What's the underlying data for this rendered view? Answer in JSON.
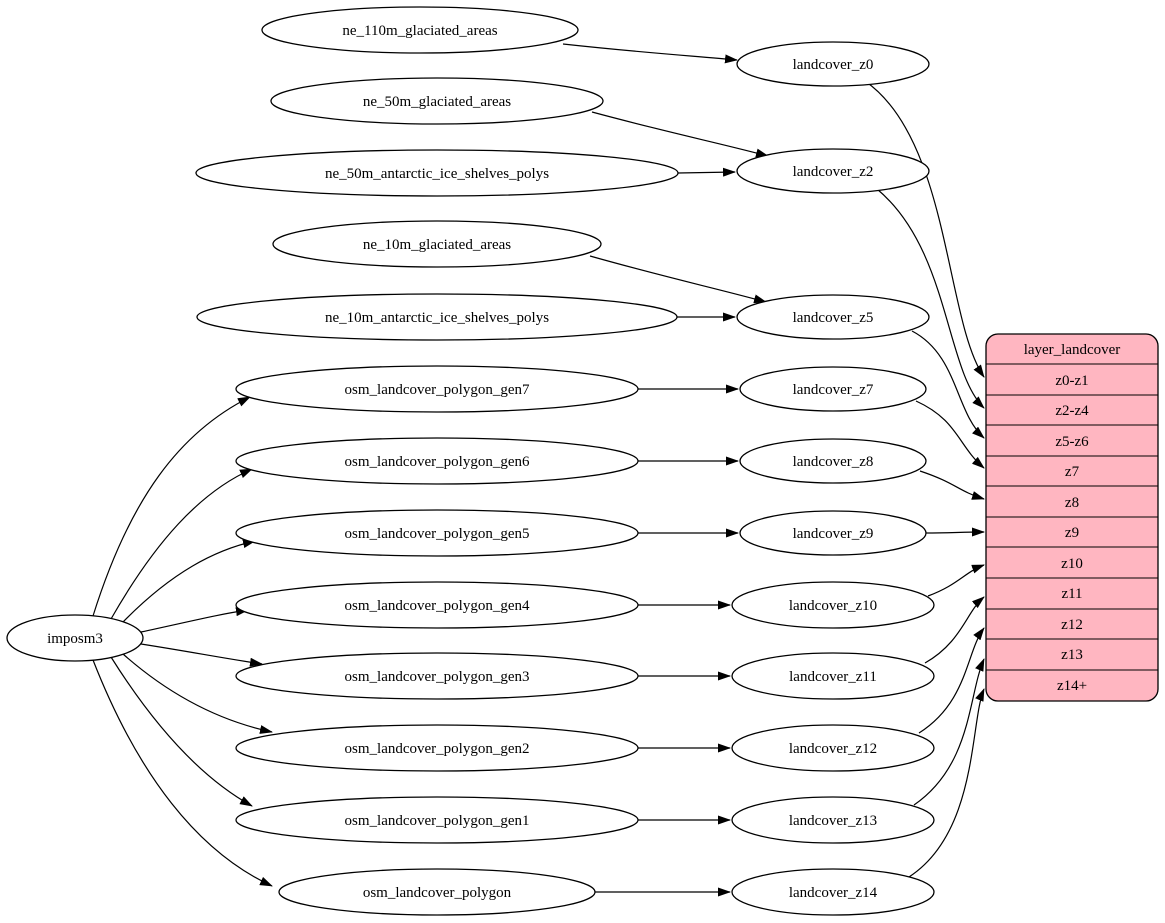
{
  "diagram": {
    "type": "graphviz-etl-flow",
    "colors": {
      "background": "#ffffff",
      "node_fill": "#ffffff",
      "node_stroke": "#000000",
      "edge": "#000000",
      "table_fill": "#ffb6c1",
      "text": "#000000"
    },
    "nodes": {
      "imposm3": {
        "label": "imposm3"
      },
      "ne_110m_glaciated_areas": {
        "label": "ne_110m_glaciated_areas"
      },
      "ne_50m_glaciated_areas": {
        "label": "ne_50m_glaciated_areas"
      },
      "ne_50m_antarctic_ice_shelves_polys": {
        "label": "ne_50m_antarctic_ice_shelves_polys"
      },
      "ne_10m_glaciated_areas": {
        "label": "ne_10m_glaciated_areas"
      },
      "ne_10m_antarctic_ice_shelves_polys": {
        "label": "ne_10m_antarctic_ice_shelves_polys"
      },
      "osm_landcover_polygon_gen7": {
        "label": "osm_landcover_polygon_gen7"
      },
      "osm_landcover_polygon_gen6": {
        "label": "osm_landcover_polygon_gen6"
      },
      "osm_landcover_polygon_gen5": {
        "label": "osm_landcover_polygon_gen5"
      },
      "osm_landcover_polygon_gen4": {
        "label": "osm_landcover_polygon_gen4"
      },
      "osm_landcover_polygon_gen3": {
        "label": "osm_landcover_polygon_gen3"
      },
      "osm_landcover_polygon_gen2": {
        "label": "osm_landcover_polygon_gen2"
      },
      "osm_landcover_polygon_gen1": {
        "label": "osm_landcover_polygon_gen1"
      },
      "osm_landcover_polygon": {
        "label": "osm_landcover_polygon"
      },
      "landcover_z0": {
        "label": "landcover_z0"
      },
      "landcover_z2": {
        "label": "landcover_z2"
      },
      "landcover_z5": {
        "label": "landcover_z5"
      },
      "landcover_z7": {
        "label": "landcover_z7"
      },
      "landcover_z8": {
        "label": "landcover_z8"
      },
      "landcover_z9": {
        "label": "landcover_z9"
      },
      "landcover_z10": {
        "label": "landcover_z10"
      },
      "landcover_z11": {
        "label": "landcover_z11"
      },
      "landcover_z12": {
        "label": "landcover_z12"
      },
      "landcover_z13": {
        "label": "landcover_z13"
      },
      "landcover_z14": {
        "label": "landcover_z14"
      }
    },
    "table": {
      "title": "layer_landcover",
      "rows": [
        "z0-z1",
        "z2-z4",
        "z5-z6",
        "z7",
        "z8",
        "z9",
        "z10",
        "z11",
        "z12",
        "z13",
        "z14+"
      ]
    },
    "edges": [
      {
        "from": "ne_110m_glaciated_areas",
        "to": "landcover_z0"
      },
      {
        "from": "ne_50m_glaciated_areas",
        "to": "landcover_z2"
      },
      {
        "from": "ne_50m_antarctic_ice_shelves_polys",
        "to": "landcover_z2"
      },
      {
        "from": "ne_10m_glaciated_areas",
        "to": "landcover_z5"
      },
      {
        "from": "ne_10m_antarctic_ice_shelves_polys",
        "to": "landcover_z5"
      },
      {
        "from": "imposm3",
        "to": "osm_landcover_polygon_gen7"
      },
      {
        "from": "imposm3",
        "to": "osm_landcover_polygon_gen6"
      },
      {
        "from": "imposm3",
        "to": "osm_landcover_polygon_gen5"
      },
      {
        "from": "imposm3",
        "to": "osm_landcover_polygon_gen4"
      },
      {
        "from": "imposm3",
        "to": "osm_landcover_polygon_gen3"
      },
      {
        "from": "imposm3",
        "to": "osm_landcover_polygon_gen2"
      },
      {
        "from": "imposm3",
        "to": "osm_landcover_polygon_gen1"
      },
      {
        "from": "imposm3",
        "to": "osm_landcover_polygon"
      },
      {
        "from": "osm_landcover_polygon_gen7",
        "to": "landcover_z7"
      },
      {
        "from": "osm_landcover_polygon_gen6",
        "to": "landcover_z8"
      },
      {
        "from": "osm_landcover_polygon_gen5",
        "to": "landcover_z9"
      },
      {
        "from": "osm_landcover_polygon_gen4",
        "to": "landcover_z10"
      },
      {
        "from": "osm_landcover_polygon_gen3",
        "to": "landcover_z11"
      },
      {
        "from": "osm_landcover_polygon_gen2",
        "to": "landcover_z12"
      },
      {
        "from": "osm_landcover_polygon_gen1",
        "to": "landcover_z13"
      },
      {
        "from": "osm_landcover_polygon",
        "to": "landcover_z14"
      },
      {
        "from": "landcover_z0",
        "to": "layer_landcover:z0-z1"
      },
      {
        "from": "landcover_z2",
        "to": "layer_landcover:z2-z4"
      },
      {
        "from": "landcover_z5",
        "to": "layer_landcover:z5-z6"
      },
      {
        "from": "landcover_z7",
        "to": "layer_landcover:z7"
      },
      {
        "from": "landcover_z8",
        "to": "layer_landcover:z8"
      },
      {
        "from": "landcover_z9",
        "to": "layer_landcover:z9"
      },
      {
        "from": "landcover_z10",
        "to": "layer_landcover:z10"
      },
      {
        "from": "landcover_z11",
        "to": "layer_landcover:z11"
      },
      {
        "from": "landcover_z12",
        "to": "layer_landcover:z12"
      },
      {
        "from": "landcover_z13",
        "to": "layer_landcover:z13"
      },
      {
        "from": "landcover_z14",
        "to": "layer_landcover:z14+"
      }
    ]
  }
}
